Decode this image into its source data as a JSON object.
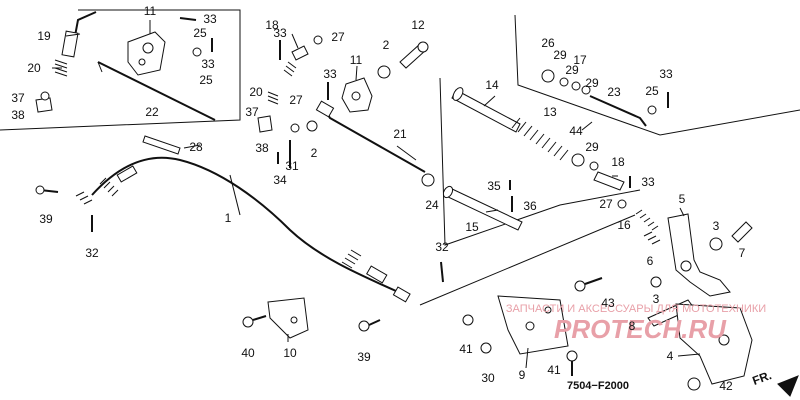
{
  "labels": {
    "p1": "1",
    "p2a": "2",
    "p2b": "2",
    "p3a": "3",
    "p3b": "3",
    "p4": "4",
    "p5": "5",
    "p6": "6",
    "p7": "7",
    "p8": "8",
    "p9": "9",
    "p10": "10",
    "p11a": "11",
    "p11b": "11",
    "p12": "12",
    "p13": "13",
    "p14": "14",
    "p15": "15",
    "p16": "16",
    "p17": "17",
    "p18a": "18",
    "p18b": "18",
    "p19": "19",
    "p20a": "20",
    "p20b": "20",
    "p21": "21",
    "p22": "22",
    "p23": "23",
    "p24": "24",
    "p25a": "25",
    "p25b": "25",
    "p25c": "25",
    "p26": "26",
    "p27a": "27",
    "p27b": "27",
    "p27c": "27",
    "p28": "28",
    "p29a": "29",
    "p29b": "29",
    "p29c": "29",
    "p29d": "29",
    "p30": "30",
    "p31": "31",
    "p32a": "32",
    "p32b": "32",
    "p33a": "33",
    "p33b": "33",
    "p33c": "33",
    "p33d": "33",
    "p33e": "33",
    "p33f": "33",
    "p34": "34",
    "p35": "35",
    "p36": "36",
    "p37a": "37",
    "p37b": "37",
    "p38a": "38",
    "p38b": "38",
    "p39a": "39",
    "p39b": "39",
    "p40": "40",
    "p41a": "41",
    "p41b": "41",
    "p42": "42",
    "p43": "43",
    "p44": "44"
  },
  "diagram_code": "7504−F2000",
  "direction_marker": "FR.",
  "watermark": {
    "top_text": "ЗАПЧАСТИ И АКСЕССУАРЫ ДЛЯ МОТОТЕХНИКИ",
    "brand_text": "PROTECH.RU",
    "color": "#e8a0a8"
  }
}
